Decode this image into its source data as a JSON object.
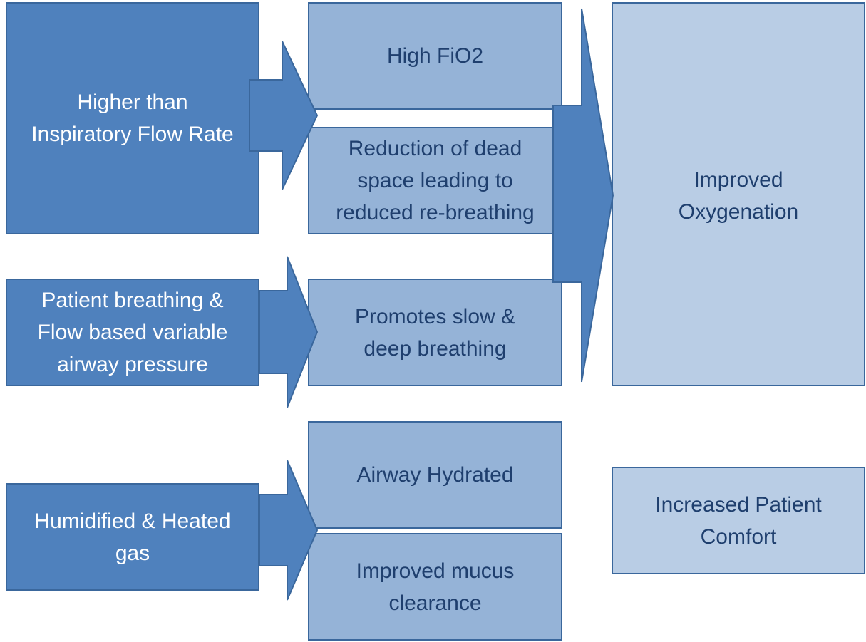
{
  "causes": [
    {
      "id": "flow",
      "text": "Higher than\nInspiratory Flow Rate"
    },
    {
      "id": "pressure",
      "text": "Patient breathing &\nFlow based  variable\nairway pressure"
    },
    {
      "id": "humid",
      "text": "Humidified & Heated\ngas"
    }
  ],
  "effects": [
    {
      "id": "fio2",
      "text": "High FiO2"
    },
    {
      "id": "deadspace",
      "text": "Reduction of dead\nspace leading to\nreduced re-breathing"
    },
    {
      "id": "slow",
      "text": "Promotes slow &\ndeep breathing"
    },
    {
      "id": "hydrated",
      "text": "Airway Hydrated"
    },
    {
      "id": "mucus",
      "text": "Improved mucus\nclearance"
    }
  ],
  "outcomes": [
    {
      "id": "oxygenation",
      "text": "Improved\nOxygenation"
    },
    {
      "id": "comfort",
      "text": "Increased Patient\nComfort"
    }
  ],
  "colors": {
    "cause_fill": "#4f81bd",
    "effect_fill": "#95b3d7",
    "outcome_fill": "#b9cde5",
    "border": "#3a679c",
    "dark_text": "#1f3f6e",
    "light_text": "#ffffff"
  }
}
